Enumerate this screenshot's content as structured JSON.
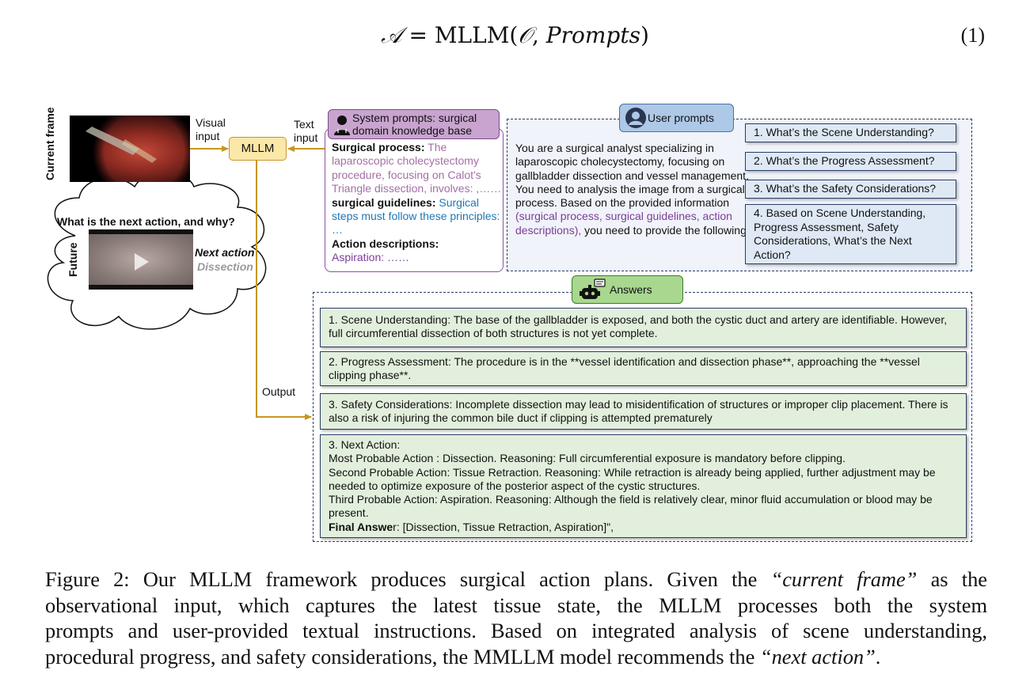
{
  "equation": {
    "lhs": "𝒜",
    "eq": " = MLLM(",
    "obs": "𝒪",
    "comma": ", ",
    "prompts": "Prompts",
    "close": ")",
    "number": "(1)"
  },
  "diagram": {
    "current_frame_label": "Current frame",
    "visual_input_label_1": "Visual",
    "visual_input_label_2": "input",
    "text_input_label_1": "Text",
    "text_input_label_2": "input",
    "mllm_label": "MLLM",
    "output_label": "Output",
    "next_question": "What is the next action, and why?",
    "future_label": "Future",
    "next_action_label": "Next action",
    "next_action_value": "Dissection",
    "colors": {
      "arrow": "#c8961e",
      "purple_border": "#8a52a6",
      "navy": "#2a3d66",
      "answers_fill": "#e2efdc",
      "questions_fill": "#dfe9f5"
    }
  },
  "system_prompts": {
    "title": "System prompts: surgical domain knowledge base",
    "icon": "doctor-icon",
    "surgical_process_label": "Surgical process:",
    "surgical_process_text": " The laparoscopic cholecystectomy procedure, focusing on Calot's Triangle dissection, involves: ,……",
    "guidelines_label": "surgical guidelines:",
    "guidelines_text": " Surgical steps must follow these principles: …",
    "action_label": "Action descriptions:",
    "action_text": "Aspiration: ……"
  },
  "user_prompts": {
    "title": "User prompts",
    "icon": "user-icon",
    "text_before": "You are a surgical analyst specializing in laparoscopic cholecystectomy, focusing on gallbladder dissection and vessel management. You need to analysis the image from a surgical process. Based on the provided information ",
    "text_highlight": "(surgical process, surgical guidelines, action descriptions),",
    "text_after": " you need to provide the following:",
    "questions": [
      "1. What’s the Scene Understanding?",
      "2. What’s the Progress Assessment?",
      "3. What’s the Safety Considerations?",
      "4. Based on Scene Understanding, Progress Assessment, Safety Considerations, What’s the Next Action?"
    ]
  },
  "answers": {
    "title": "Answers",
    "icon": "robot-icon",
    "a1": "1. Scene Understanding: The base of the gallbladder is exposed, and both the cystic duct and artery are identifiable. However, full circumferential dissection of both structures is not yet complete.",
    "a2": "2. Progress Assessment: The procedure is in the **vessel identification and dissection phase**, approaching the **vessel clipping phase**.",
    "a3": "3. Safety Considerations: Incomplete dissection may lead to misidentification of structures or improper clip placement. There is also a risk of injuring the common bile duct if clipping is attempted prematurely",
    "a4_title": "3. Next Action:",
    "a4_line1": "Most Probable Action : Dissection. Reasoning: Full circumferential exposure is mandatory before clipping.",
    "a4_line2": "Second Probable Action: Tissue Retraction. Reasoning: While retraction is already being applied, further adjustment may be needed to optimize exposure of the posterior aspect of the cystic structures.",
    "a4_line3": "Third Probable Action: Aspiration. Reasoning: Although the field is relatively clear, minor fluid accumulation or blood may be present.",
    "final_bold": "Final Answe",
    "final_rest": "r: [Dissection, Tissue Retraction, Aspiration]\","
  },
  "caption": {
    "l1_a": "Figure 2: Our MLLM framework produces surgical action plans. Given the ",
    "l1_it": "“current frame”",
    "l1_b": " as the",
    "l2": "observational input, which captures the latest tissue state, the MLLM processes both the system",
    "l3": "prompts and user-provided textual instructions. Based on integrated analysis of scene understanding,",
    "l4_a": "procedural progress, and safety considerations, the MMLLM model recommends the ",
    "l4_it": "“next action”",
    "l4_b": "."
  }
}
